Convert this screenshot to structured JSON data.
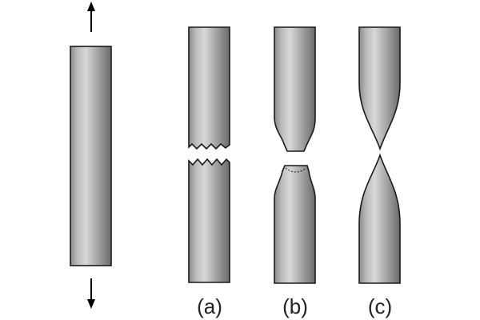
{
  "labels": {
    "a": "(a)",
    "b": "(b)",
    "c": "(c)"
  },
  "colors": {
    "outline": "#1a1a1a",
    "metal_light": "#d4d4d4",
    "metal_dark": "#6e6e6e",
    "label_text": "#222222"
  },
  "icons": {
    "tension_arrows": "arrow-up-and-arrow-down"
  }
}
